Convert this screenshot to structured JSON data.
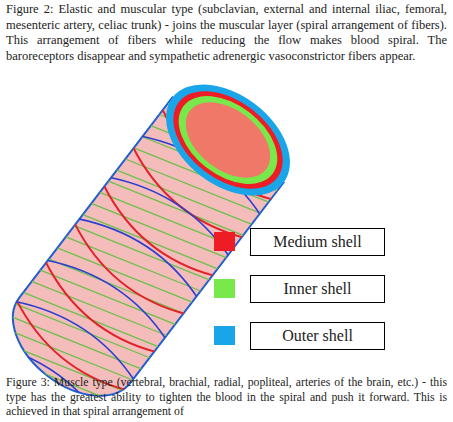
{
  "diagram": {
    "labels": [
      "Figure 2: Elastic and muscular type (subclavian, external and internal iliac, femoral, mesenteric artery, celiac trunk) - joins the muscular layer (spiral arrangement of fibers). This arrangement of fibers while reducing the flow makes blood spiral. The baroreceptors disappear and sympathetic adrenergic vasoconstrictor fibers appear.",
      "Figure 3: Muscle type (vertebral, brachial, radial, popliteal, arteries of the brain, etc.) - this type has the greatest ability to tighten the blood in the spiral and push it forward. This is achieved in that spiral arrangement of"
    ],
    "legend": [
      {
        "text": "Medium shell",
        "color": "#ee1c24"
      },
      {
        "text": "Inner shell",
        "color": "#79e84a"
      },
      {
        "text": "Outer shell",
        "color": "#1aa5e8"
      }
    ]
  }
}
